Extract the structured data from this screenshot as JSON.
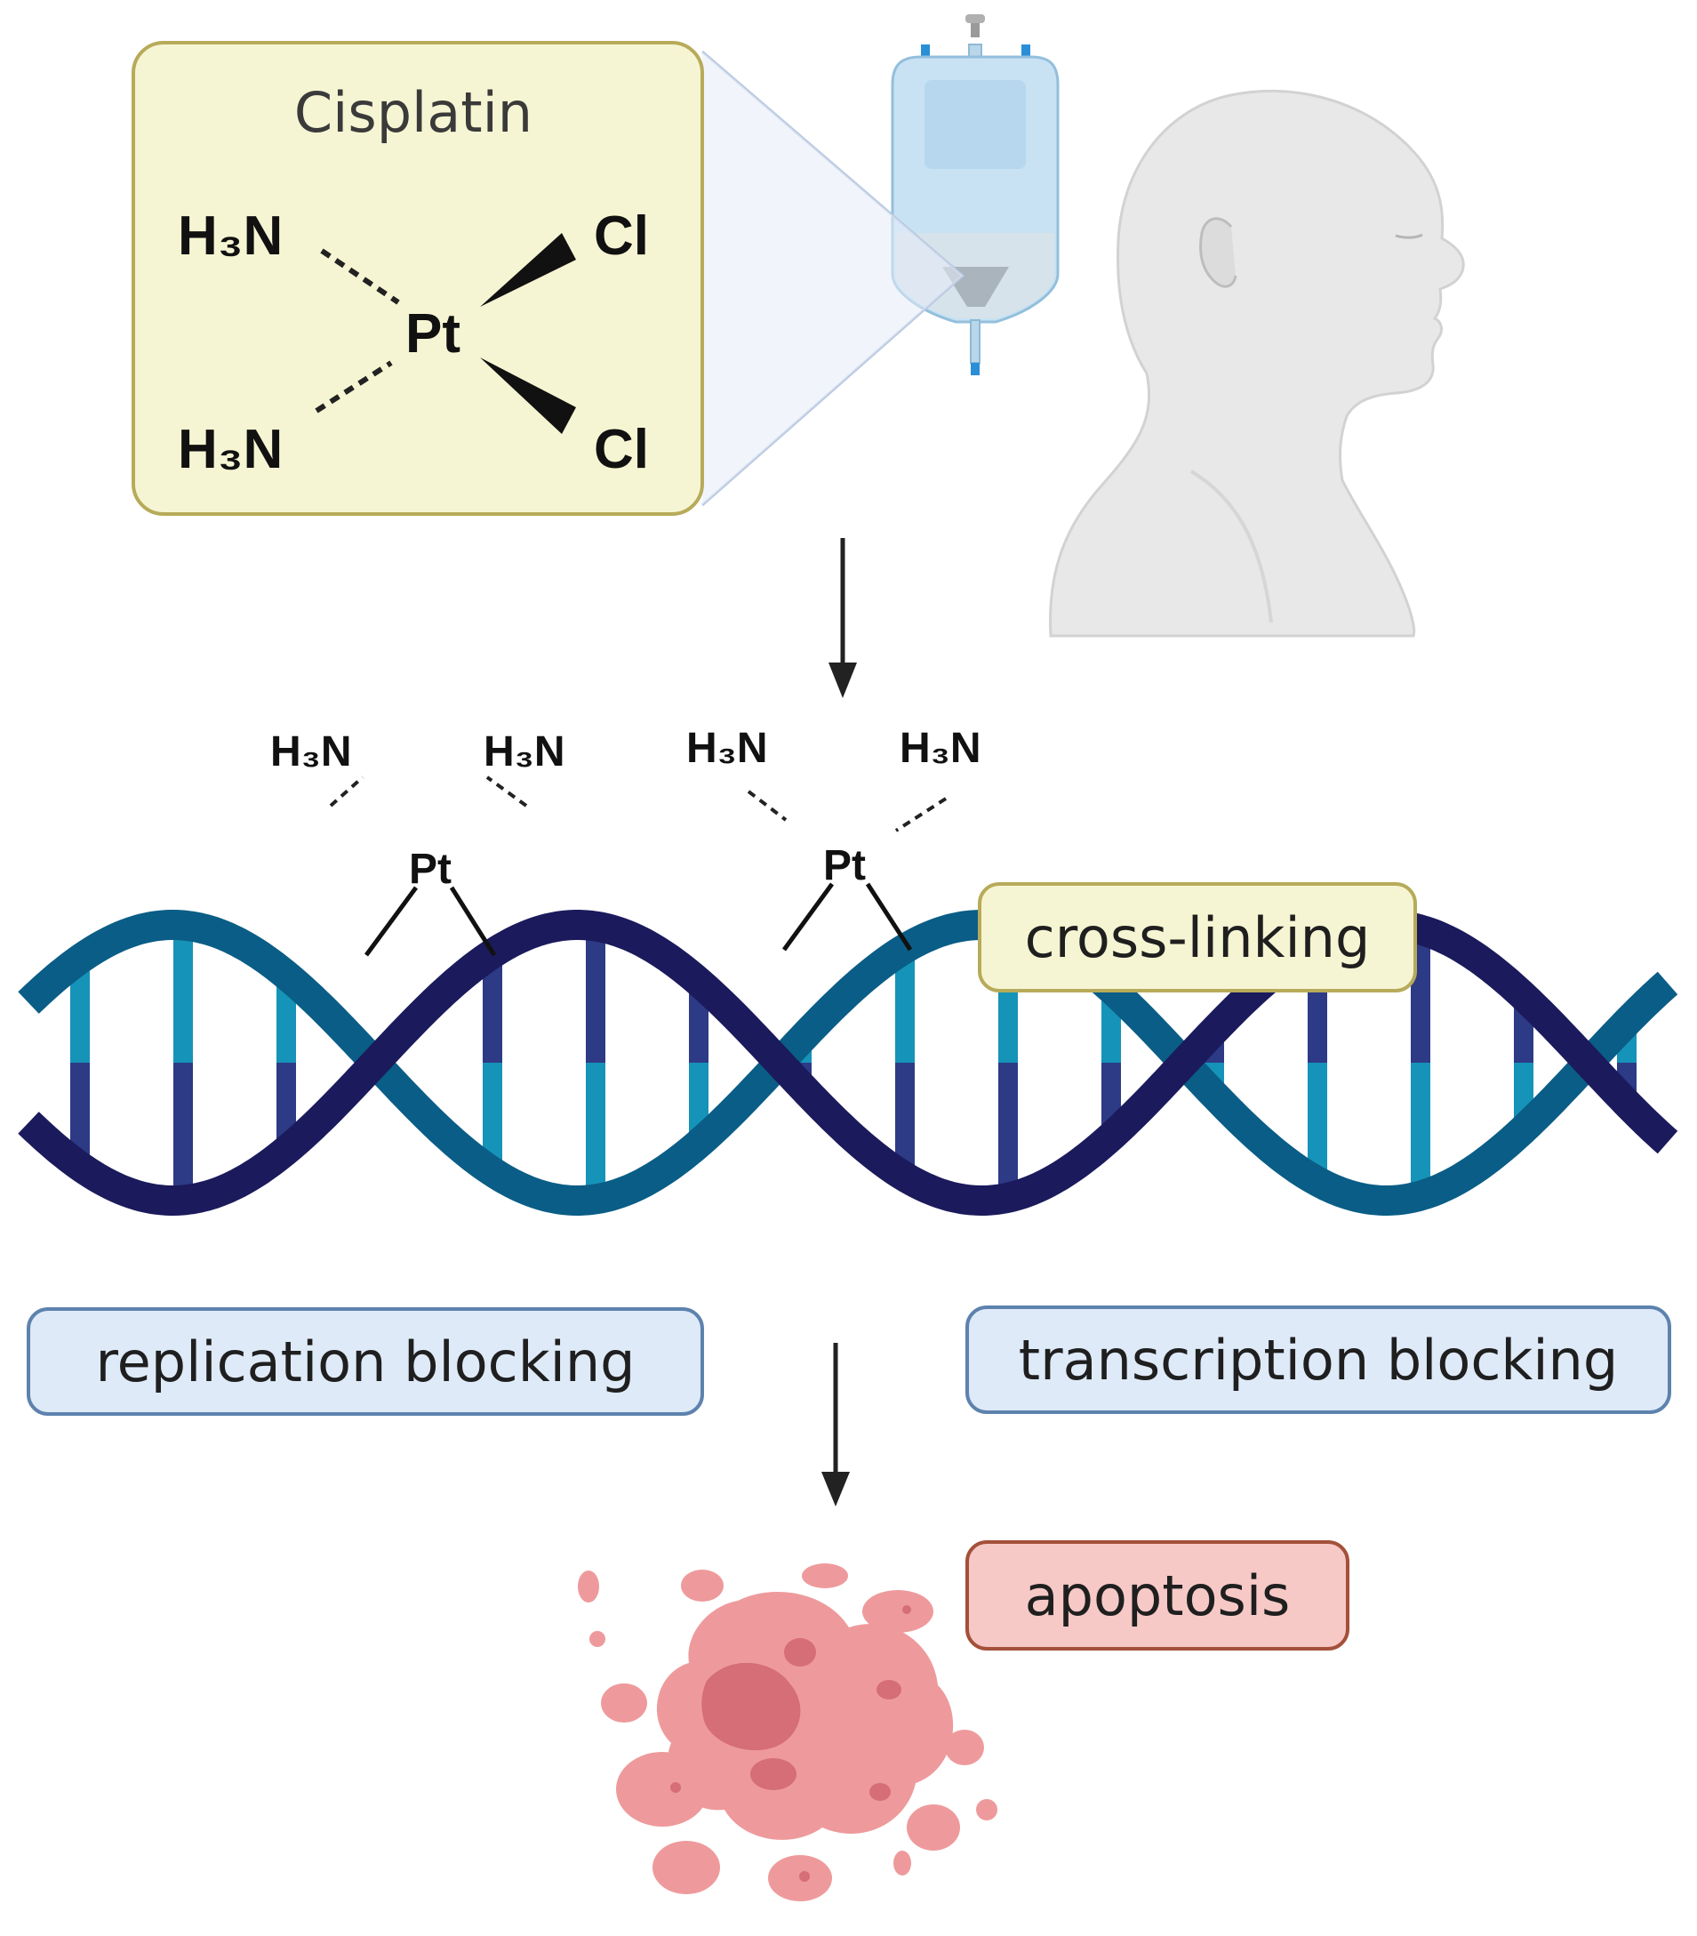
{
  "structure": {
    "title": "Cisplatin",
    "ligand_amine": "H₃N",
    "metal": "Pt",
    "ligand_chloride": "Cl"
  },
  "adducts": [
    {
      "metal": "Pt",
      "left_ligand": "H₃N",
      "right_ligand": "H₃N"
    },
    {
      "metal": "Pt",
      "left_ligand": "H₃N",
      "right_ligand": "H₃N"
    }
  ],
  "labels": {
    "cross_linking": "cross-linking",
    "replication": "replication blocking",
    "transcription": "transcription blocking",
    "apoptosis": "apoptosis"
  },
  "colors": {
    "panel_fill": "#f6f5d3",
    "panel_border": "#b7ab5a",
    "strand_navy": "#1b1a5c",
    "strand_teal": "#0a5d86",
    "base_light": "#1693b8",
    "base_dark": "#2d3a86",
    "blue_label_fill": "#deeaf8",
    "blue_label_border": "#5d82ad",
    "apoptosis_fill": "#f6c9c7",
    "apoptosis_border": "#a4503a",
    "cell_pink": "#ee9a9c",
    "cell_dark": "#d56e76"
  },
  "icons": [
    "iv-bag-icon",
    "human-head-icon",
    "apoptotic-cell-icon",
    "dna-helix"
  ]
}
